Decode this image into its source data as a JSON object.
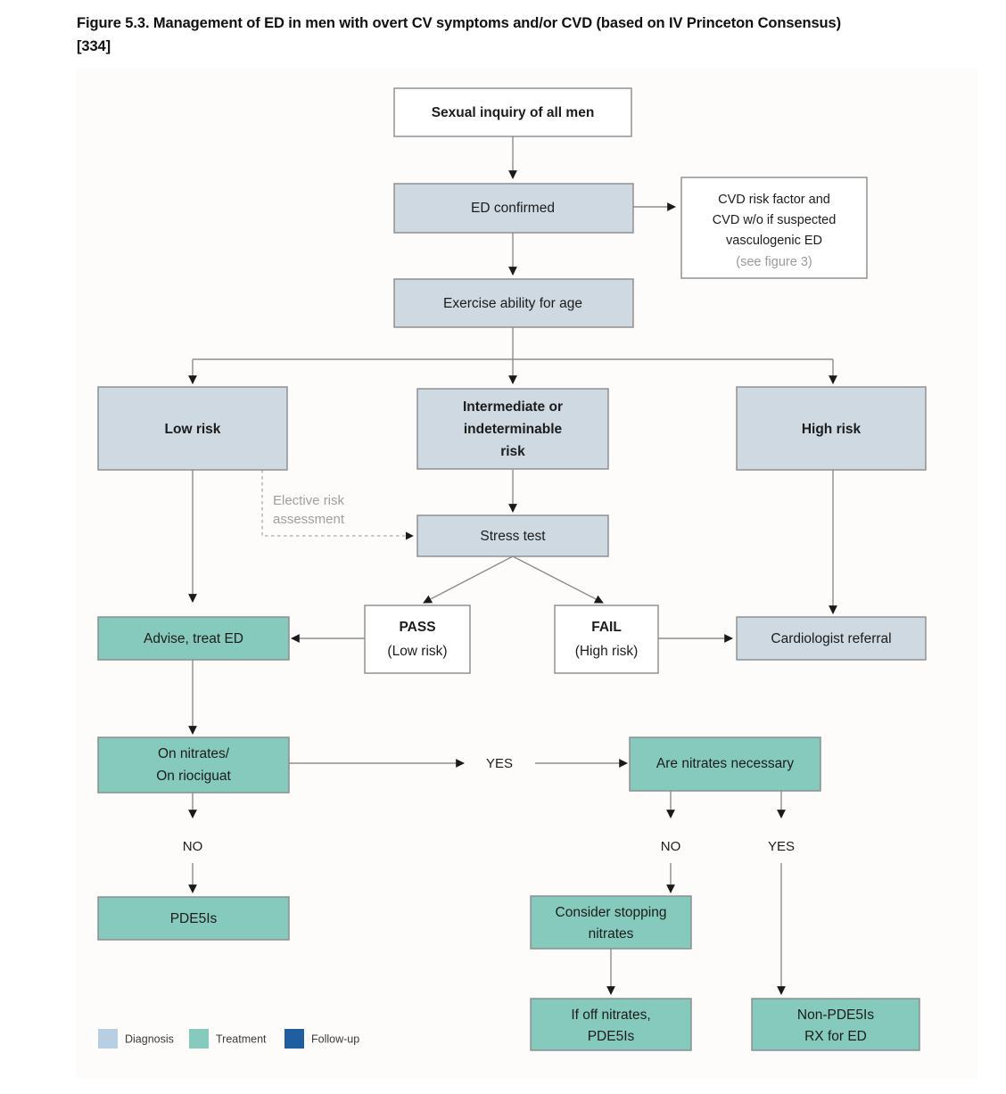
{
  "figure": {
    "caption_line1": "Figure 5.3. Management of ED in men with overt CV symptoms and/or CVD (based on IV Princeton Consensus)",
    "caption_line2": "[334]"
  },
  "colors": {
    "diagnosis": "#ced9e2",
    "treatment": "#86cabd",
    "followup": "#1f5fa0",
    "box_border": "#8a8a8a",
    "edge": "#8d8d8d",
    "panel_bg": "#fdfcfa"
  },
  "nodes": {
    "sexual_inquiry": {
      "label": "Sexual inquiry of all men",
      "category": "white"
    },
    "ed_confirmed": {
      "label": "ED confirmed",
      "category": "diagnosis"
    },
    "cvd_risk": {
      "line1": "CVD risk factor and",
      "line2": "CVD w/o if suspected",
      "line3": "vasculogenic ED",
      "line4": "(see figure 3)",
      "category": "white"
    },
    "exercise_ability": {
      "label": "Exercise ability for age",
      "category": "diagnosis"
    },
    "low_risk": {
      "label": "Low risk",
      "category": "diagnosis"
    },
    "intermediate_risk": {
      "line1": "Intermediate or",
      "line2": "indeterminable",
      "line3": "risk",
      "category": "diagnosis"
    },
    "high_risk": {
      "label": "High risk",
      "category": "diagnosis"
    },
    "stress_test": {
      "label": "Stress test",
      "category": "diagnosis"
    },
    "pass": {
      "line1": "PASS",
      "line2": "(Low risk)",
      "category": "white"
    },
    "fail": {
      "line1": "FAIL",
      "line2": "(High risk)",
      "category": "white"
    },
    "advise_treat": {
      "label": "Advise, treat ED",
      "category": "treatment"
    },
    "cardiologist_referral": {
      "label": "Cardiologist referral",
      "category": "diagnosis"
    },
    "on_nitrates": {
      "line1": "On nitrates/",
      "line2": "On riociguat",
      "category": "treatment"
    },
    "are_nitrates_necessary": {
      "label": "Are nitrates necessary",
      "category": "treatment"
    },
    "pde5is": {
      "label": "PDE5Is",
      "category": "treatment"
    },
    "consider_stopping": {
      "line1": "Consider stopping",
      "line2": "nitrates",
      "category": "treatment"
    },
    "if_off_nitrates": {
      "line1": "If off nitrates,",
      "line2": "PDE5Is",
      "category": "treatment"
    },
    "non_pde5is": {
      "line1": "Non-PDE5Is",
      "line2": "RX for ED",
      "category": "treatment"
    }
  },
  "edge_labels": {
    "elective_risk_line1": "Elective risk",
    "elective_risk_line2": "assessment",
    "nitrates_yes": "YES",
    "nitrates_no": "NO",
    "necessary_no": "NO",
    "necessary_yes": "YES"
  },
  "legend": {
    "items": [
      {
        "label": "Diagnosis",
        "color": "#b8cfe3"
      },
      {
        "label": "Treatment",
        "color": "#86cabd"
      },
      {
        "label": "Follow-up",
        "color": "#1f5fa0"
      }
    ]
  }
}
